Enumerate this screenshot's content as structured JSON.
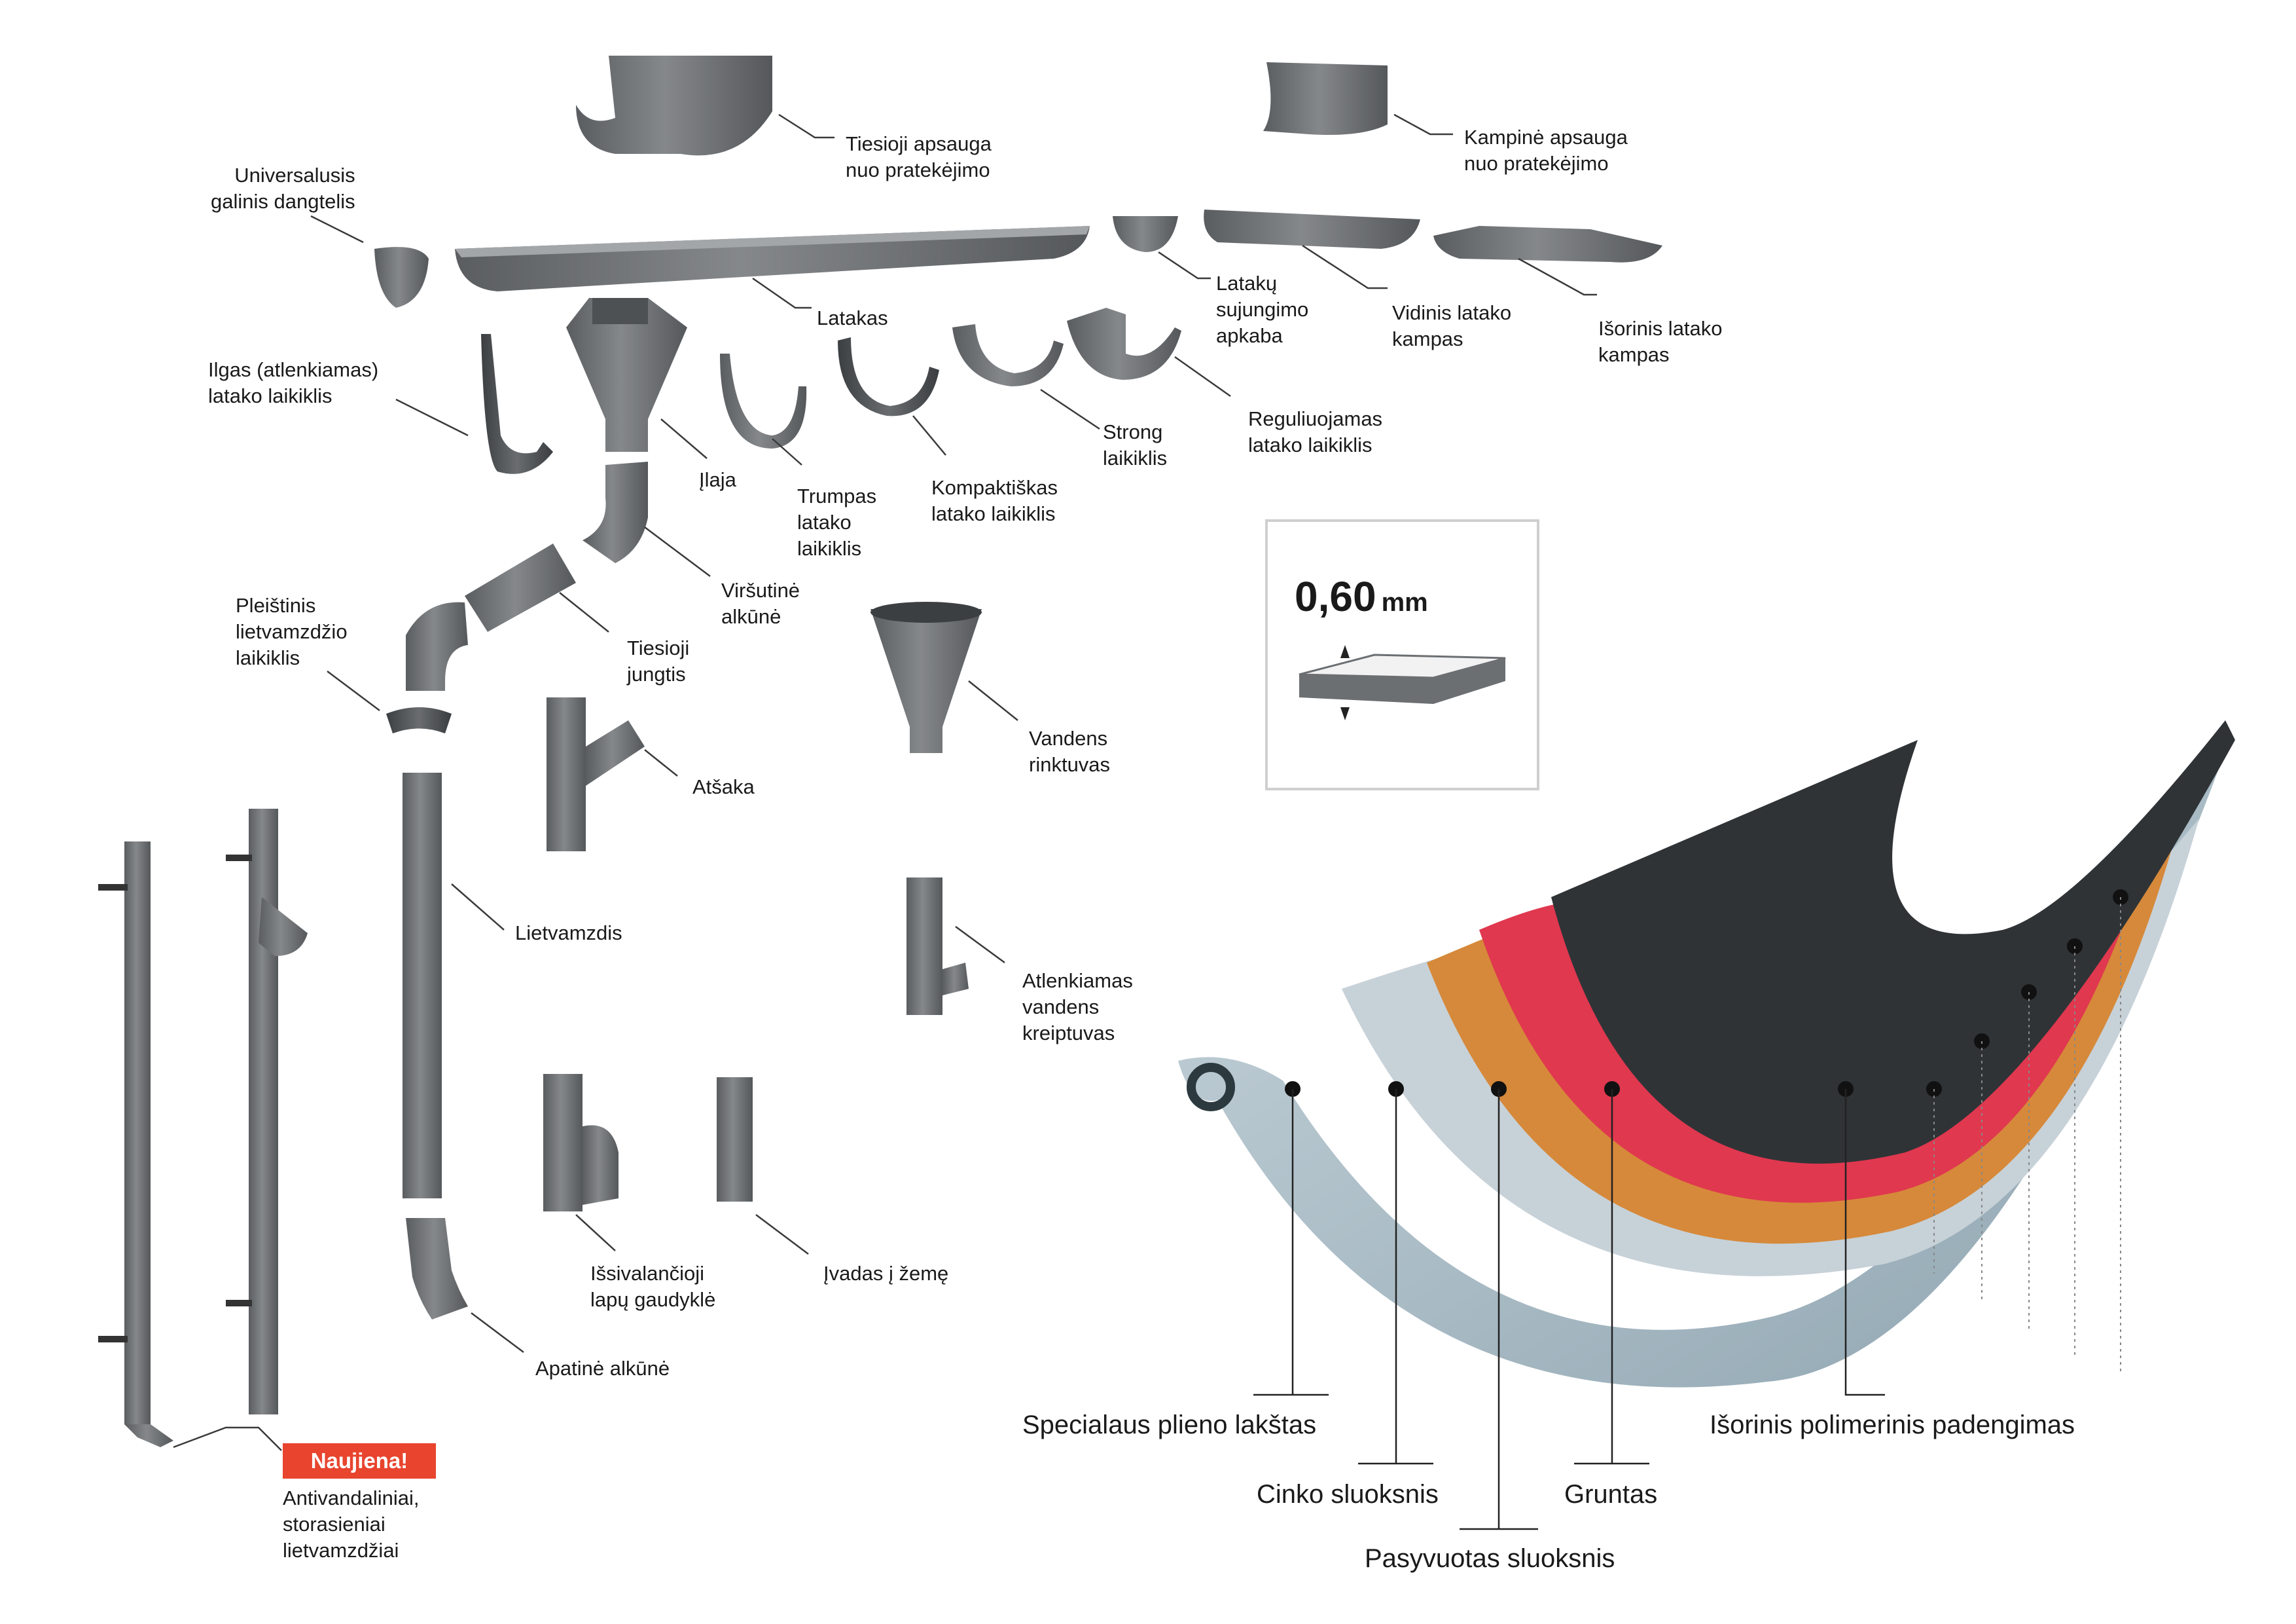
{
  "components": {
    "tiesioji_apsauga": [
      "Tiesioji apsauga",
      "nuo pratekėjimo"
    ],
    "kampine_apsauga": [
      "Kampinė apsauga",
      "nuo pratekėjimo"
    ],
    "universalusis": [
      "Universalusis",
      "galinis dangtelis"
    ],
    "latakas": [
      "Latakas"
    ],
    "sujungimo_apkaba": [
      "Latakų",
      "sujungimo",
      "apkaba"
    ],
    "vidinis_kampas": [
      "Vidinis latako",
      "kampas"
    ],
    "isorinis_kampas": [
      "Išorinis latako",
      "kampas"
    ],
    "ilgas_laikiklis": [
      "Ilgas (atlenkiamas)",
      "latako laikiklis"
    ],
    "ilaja": [
      "Įlaja"
    ],
    "trumpas_laikiklis": [
      "Trumpas",
      "latako",
      "laikiklis"
    ],
    "kompaktiskas_laikiklis": [
      "Kompaktiškas",
      "latako laikiklis"
    ],
    "strong_laikiklis": [
      "Strong",
      "laikiklis"
    ],
    "reguliuojamas_laikiklis": [
      "Reguliuojamas",
      "latako laikiklis"
    ],
    "virsutine_alkune": [
      "Viršutinė",
      "alkūnė"
    ],
    "pleistinis_laikiklis": [
      "Pleištinis",
      "lietvamzdžio",
      "laikiklis"
    ],
    "tiesioji_jungtis": [
      "Tiesioji",
      "jungtis"
    ],
    "vandens_rinktuvas": [
      "Vandens",
      "rinktuvas"
    ],
    "atsaka": [
      "Atšaka"
    ],
    "lietvamzdis": [
      "Lietvamzdis"
    ],
    "atlenkiamas_kreiptuvas": [
      "Atlenkiamas",
      "vandens",
      "kreiptuvas"
    ],
    "lapu_gaudykle": [
      "Išsivalančioji",
      "lapų gaudyklė"
    ],
    "ivadas": [
      "Įvadas į žemę"
    ],
    "apatine_alkune": [
      "Apatinė alkūnė"
    ],
    "antivandaliniai": [
      "Antivandaliniai,",
      "storasieniai",
      "lietvamzdžiai"
    ]
  },
  "badge": "Naujiena!",
  "thickness": {
    "value": "0,60",
    "unit": "mm"
  },
  "layers": {
    "plienas": "Specialaus plieno lakštas",
    "cinkas": "Cinko sluoksnis",
    "pasyvuotas": "Pasyvuotas sluoksnis",
    "gruntas": "Gruntas",
    "polimerinis": "Išorinis polimerinis padengimas"
  },
  "colors": {
    "part": "#6f7275",
    "steel": "#a9bcc6",
    "zinc": "#c6ccd2",
    "passivated": "#d48a3c",
    "primer": "#e0384f",
    "polymer": "#2c3033",
    "badge": "#e8442e"
  }
}
